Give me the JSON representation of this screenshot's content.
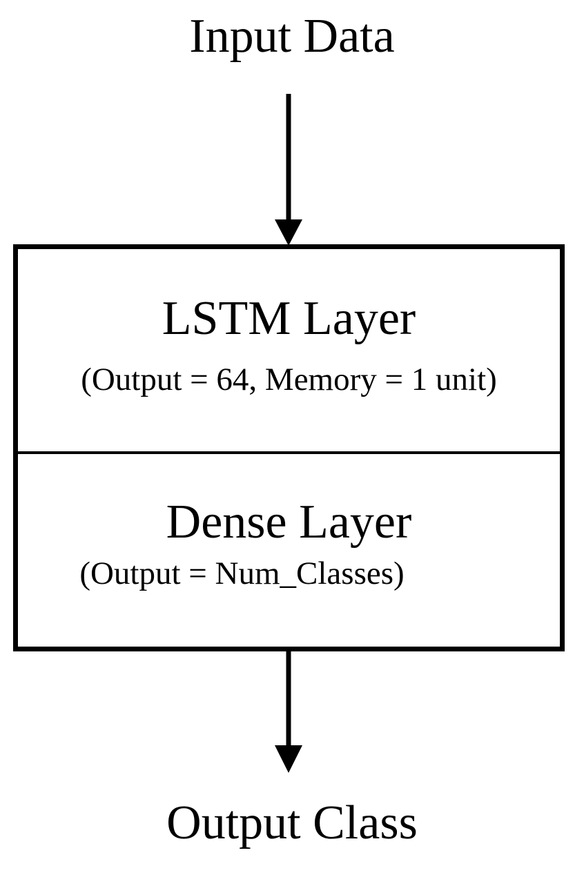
{
  "diagram": {
    "input_label": "Input Data",
    "output_label": "Output Class",
    "layers": [
      {
        "title": "LSTM Layer",
        "subtitle": "(Output = 64, Memory = 1 unit)"
      },
      {
        "title": "Dense Layer",
        "subtitle": "(Output = Num_Classes)"
      }
    ]
  },
  "colors": {
    "stroke": "#000000",
    "background": "#ffffff"
  }
}
